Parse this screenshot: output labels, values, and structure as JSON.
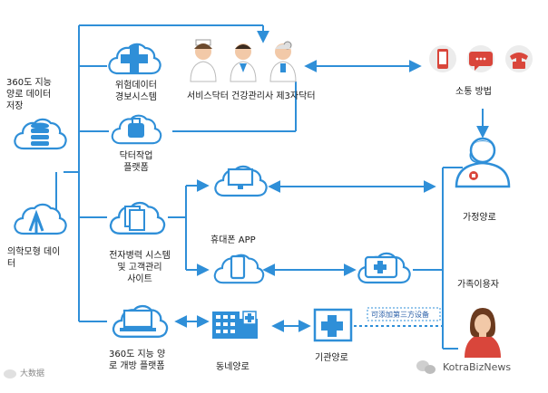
{
  "colors": {
    "line": "#2f8fd8",
    "icon": "#2f8fd8",
    "cloud_fill": "#ffffff",
    "red": "#d9463b",
    "text": "#1a1a1a"
  },
  "labels": {
    "data_store": [
      "360도  지능",
      "양로  데이터",
      "저장"
    ],
    "medical_model": [
      "의학모형  데이",
      "터"
    ],
    "danger_alert": [
      "위험데이터",
      "경보시스템"
    ],
    "doctor_platform": [
      "닥터작업",
      "플랫폼"
    ],
    "ehr": [
      "전자병력 시스템",
      "및 고객관리",
      "사이트"
    ],
    "open_platform": [
      "360도  지능  양",
      "로  개방  플랫폼"
    ],
    "service_staff": "서비스닥터  건강관리사  제3자닥터",
    "comm_method": "소통 방법",
    "mobile_app": "휴대폰  APP",
    "home_care": "가정양로",
    "family_user": "가족이용자",
    "community_care": "동네양로",
    "institution_care": "기관양로",
    "third_party_note": "可添加第三方设备"
  },
  "watermark": {
    "right": "KotraBizNews",
    "left": "大数据"
  }
}
